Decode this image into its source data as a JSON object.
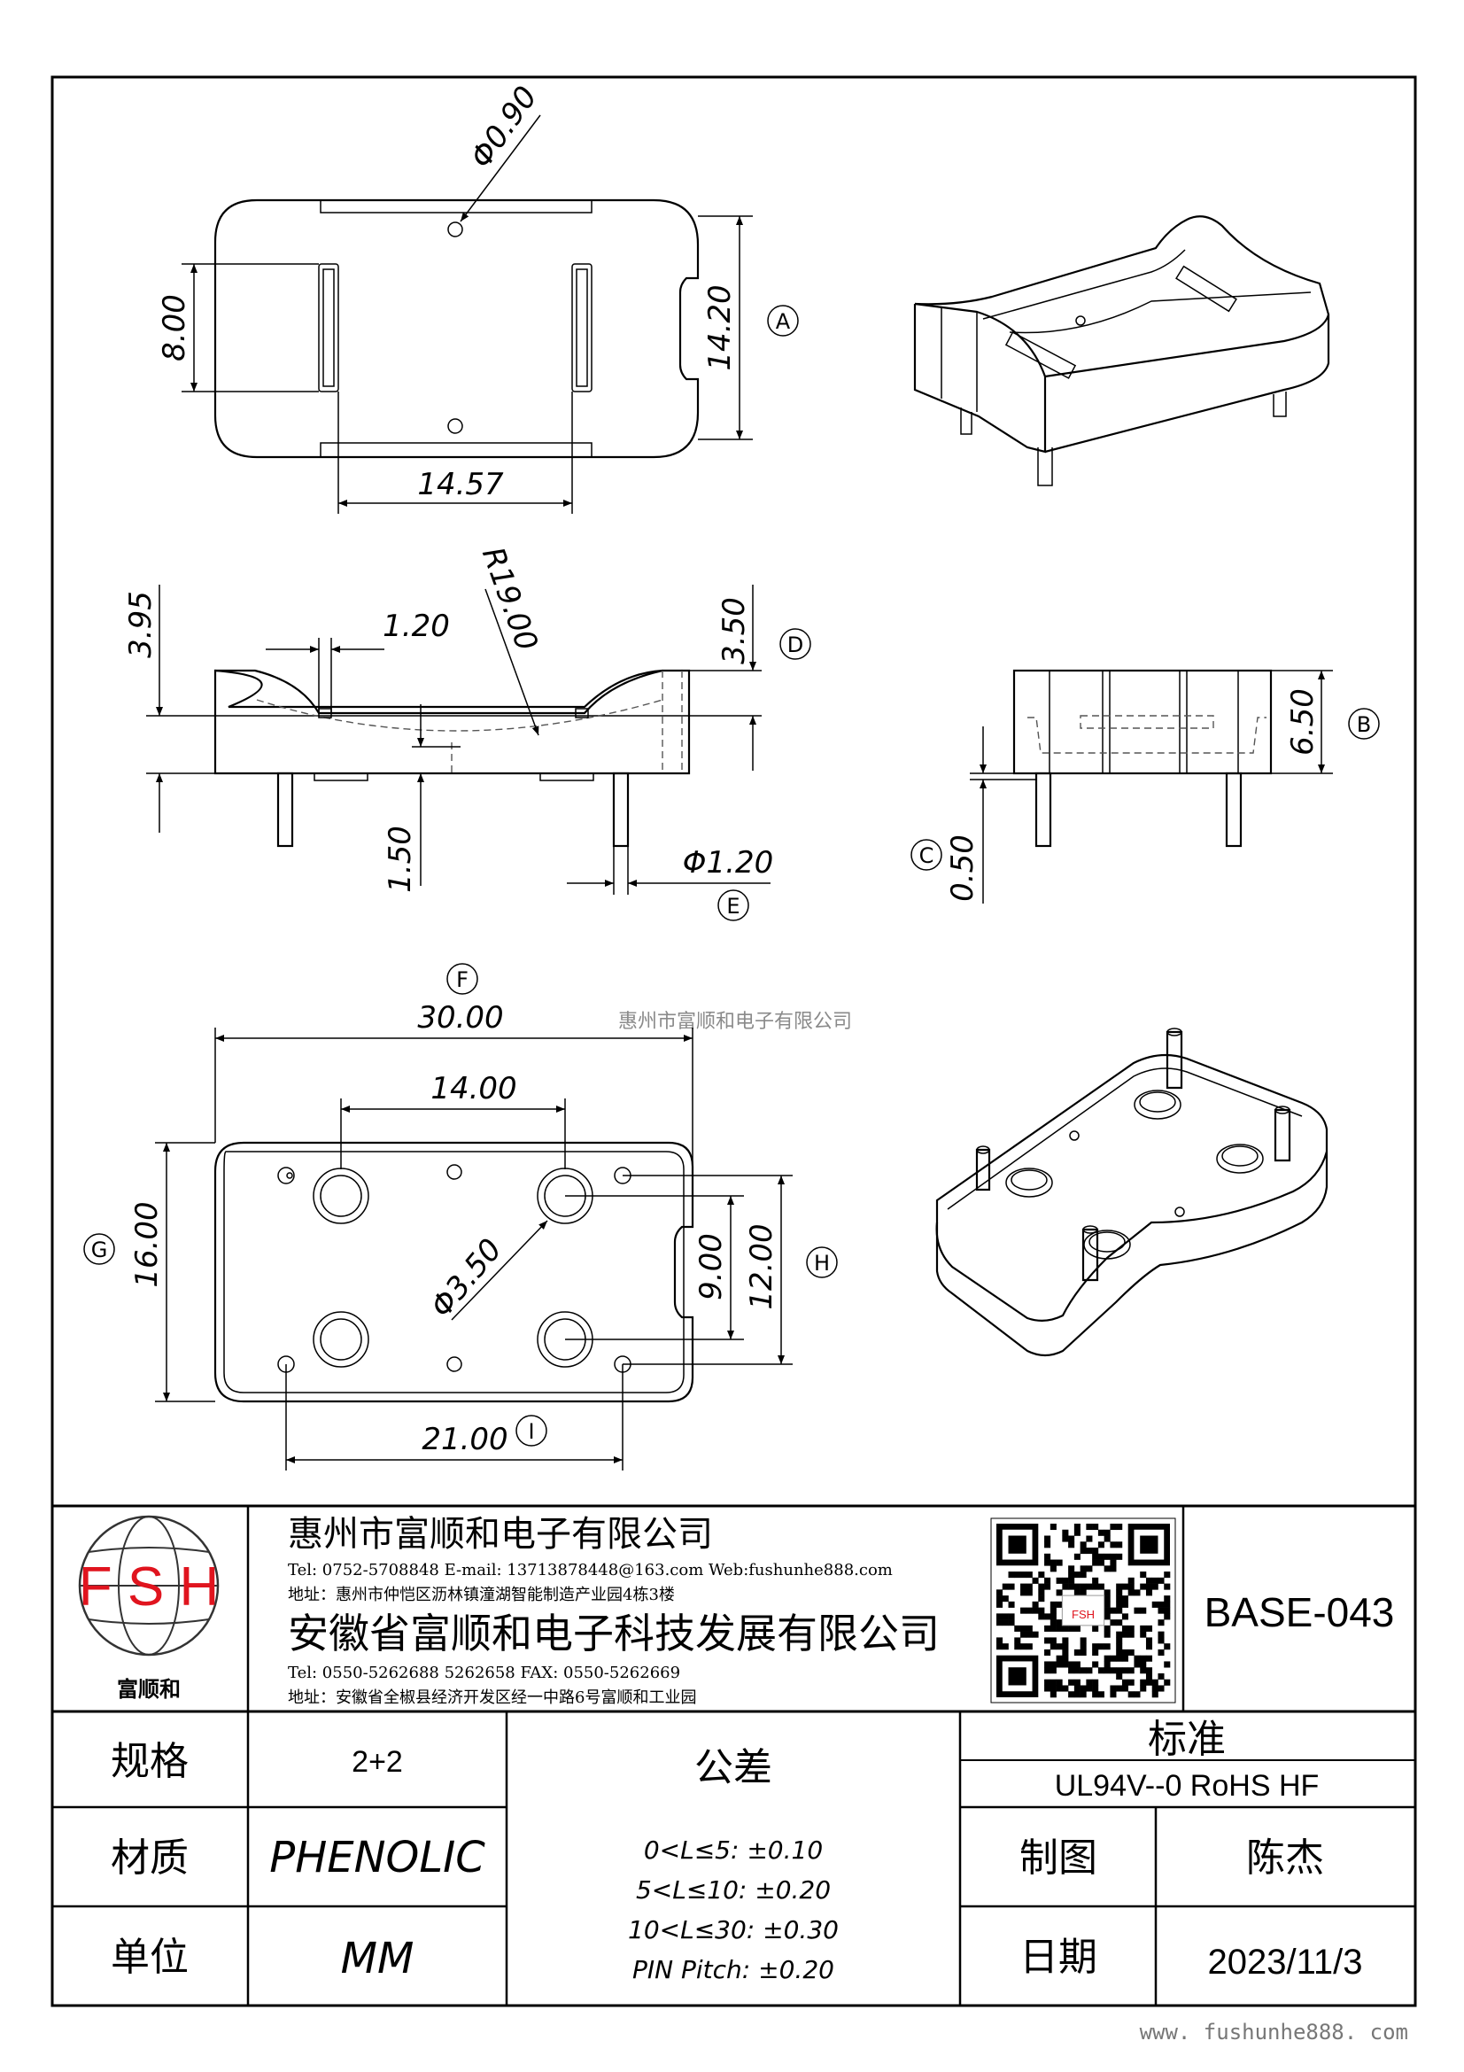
{
  "dimensions": {
    "d090": "Φ0.90",
    "d800": "8.00",
    "d1420": "14.20",
    "d1457": "14.57",
    "d395": "3.95",
    "d120": "1.20",
    "r1900": "R19.00",
    "d350": "3.50",
    "d150": "1.50",
    "d120dia": "Φ1.20",
    "d650": "6.50",
    "d050": "0.50",
    "d3000": "30.00",
    "d1400": "14.00",
    "d1600": "16.00",
    "d900": "9.00",
    "d1200": "12.00",
    "d350dia": "Φ3.50",
    "d2100": "21.00"
  },
  "markers": {
    "A": "A",
    "B": "B",
    "C": "C",
    "D": "D",
    "E": "E",
    "F": "F",
    "G": "G",
    "H": "H",
    "I": "I"
  },
  "watermark": "惠州市富顺和电子有限公司",
  "title_block": {
    "logo_letters": "F S H",
    "logo_caption": "富顺和",
    "company1": "惠州市富顺和电子有限公司",
    "company1_contact": "Tel: 0752-5708848   E-mail: 13713878448@163.com   Web:fushunhe888.com",
    "company1_address": "地址：惠州市仲恺区沥林镇潼湖智能制造产业园4栋3楼",
    "company2": "安徽省富顺和电子科技发展有限公司",
    "company2_contact": "Tel:   0550-5262688   5262658        FAX:  0550-5262669",
    "company2_address": "地址：安徽省全椒县经济开发区经一中路6号富顺和工业园",
    "qr_label": "FSH",
    "part_number": "BASE-043",
    "spec_label": "规格",
    "spec_value": "2+2",
    "material_label": "材质",
    "material_value": "PHENOLIC",
    "unit_label": "单位",
    "unit_value": "MM",
    "tolerance_label": "公差",
    "tolerances": [
      "0<L≤5: ±0.10",
      "5<L≤10: ±0.20",
      "10<L≤30: ±0.30",
      "PIN Pitch: ±0.20"
    ],
    "standard_label": "标准",
    "standard_value": "UL94V--0  RoHS HF",
    "drawn_label": "制图",
    "drawn_value": "陈杰",
    "date_label": "日期",
    "date_value": "2023/11/3"
  },
  "website": "www. fushunhe888. com"
}
